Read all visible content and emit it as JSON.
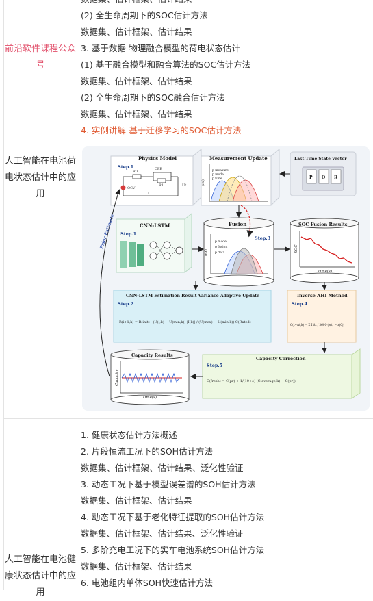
{
  "section1": {
    "label": "人工智能在电池荷电状态估计中的应用",
    "brand": "前沿软件课程公众号",
    "items": [
      {
        "text": "数据集、估计框架、估计结果",
        "highlight": false
      },
      {
        "text": "(2)  全生命周期下的SOC估计方法",
        "highlight": false
      },
      {
        "text": "数据集、估计框架、估计结果",
        "highlight": false
      },
      {
        "text": "3. 基于数据-物理融合模型的荷电状态估计",
        "highlight": false
      },
      {
        "text": "(1)  基于融合模型和融合算法的SOC估计方法",
        "highlight": false
      },
      {
        "text": "数据集、估计框架、估计结果",
        "highlight": false
      },
      {
        "text": "(2)  全生命周期下的SOC融合估计方法",
        "highlight": false
      },
      {
        "text": "数据集、估计框架、估计结果",
        "highlight": false
      },
      {
        "text": "4. 实例讲解-基于迁移学习的SOC估计方法",
        "highlight": true
      }
    ]
  },
  "figure": {
    "physics_model": "Physics Model",
    "measurement_update": "Measurement Update",
    "last_time_state_vector": "Last Time State Vector",
    "state_keys": [
      "P",
      "Q",
      "R"
    ],
    "step1": "Step.1",
    "step2": "Step.2",
    "step3": "Step.3",
    "step4": "Step.4",
    "step5": "Step.5",
    "cnn_lstm": "CNN-LSTM",
    "fusion": "Fusion",
    "soc_fusion_results": "SOC Fusion Results",
    "prior_estimate": "Prior Estimate",
    "variance_update": "CNN-LSTM Estimation Result Variance Adaptive Update",
    "inverse_ahi": "Inverse AHI Method",
    "capacity_results": "Capacity Results",
    "capacity_correction": "Capacity Correction",
    "axis_time": "Time(s)",
    "axis_soc": "SOC",
    "axis_capacity": "Capacity",
    "axis_px": "p(x)",
    "legend_measure": "p measure",
    "legend_model": "p model",
    "legend_time": "p time",
    "legend_fusion_model": "p model",
    "legend_fusion": "p fusion",
    "legend_fusion_data": "p data",
    "circuit_ocv": "OCV",
    "circuit_r0": "R0",
    "circuit_cpe": "CPE",
    "circuit_r1": "R1",
    "circuit_ut": "Ut",
    "circuit_i": "I",
    "eq_variance": "R(i+1,k) = R(init) · (U(i,k) − U(min,k))·|I(k)| / (U(max) − U(min,k))·C(Rated)",
    "eq_ahi": "C(t+Δt,k) = Σ I Δt / 3600·(z(t) − z(0))",
    "eq_capacity": "C(fresh) = C(pr) + 1/(10+e) (C(average,k) − C(pr))"
  },
  "section2": {
    "label": "人工智能在电池健康状态估计中的应用",
    "items": [
      "1. 健康状态估计方法概述",
      "2. 片段恒流工况下的SOH估计方法",
      "数据集、估计框架、估计结果、泛化性验证",
      "3. 动态工况下基于模型误差谱的SOH估计方法",
      "数据集、估计框架、估计结果",
      "4. 动态工况下基于老化特征提取的SOH估计方法",
      "数据集、估计框架、估计结果、泛化性验证",
      "5. 多阶充电工况下的实车电池系统SOH估计方法",
      "数据集、估计框架、估计结果",
      "6. 电池组内单体SOH快速估计方法"
    ]
  },
  "colors": {
    "highlight": "#e05a32",
    "brand": "#e2506b",
    "grid": "#e3e3e3"
  }
}
